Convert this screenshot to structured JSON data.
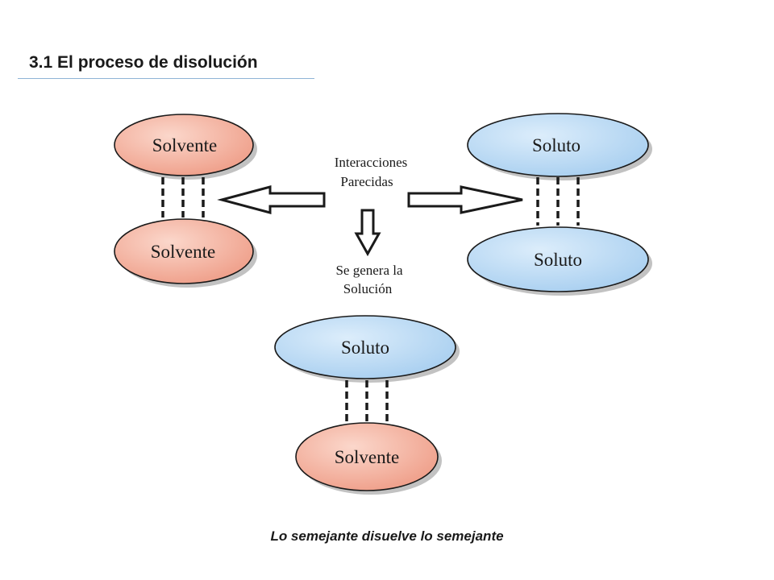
{
  "slide": {
    "title": "3.1 El proceso de disolución",
    "caption": "Lo semejante disuelve lo semejante"
  },
  "diagram": {
    "colors": {
      "solvent_fill": "#f2a996",
      "solute_fill": "#b4d7f2",
      "outline": "#1a1a1a"
    },
    "nodes": {
      "solvent_top": "Solvente",
      "solvent_bottom": "Solvente",
      "solute_top": "Soluto",
      "solute_bottom": "Soluto",
      "solution_solute": "Soluto",
      "solution_solvent": "Solvente"
    },
    "labels": {
      "interactions_line1": "Interacciones",
      "interactions_line2": "Parecidas",
      "generates_line1": "Se genera la",
      "generates_line2": "Solución"
    }
  }
}
